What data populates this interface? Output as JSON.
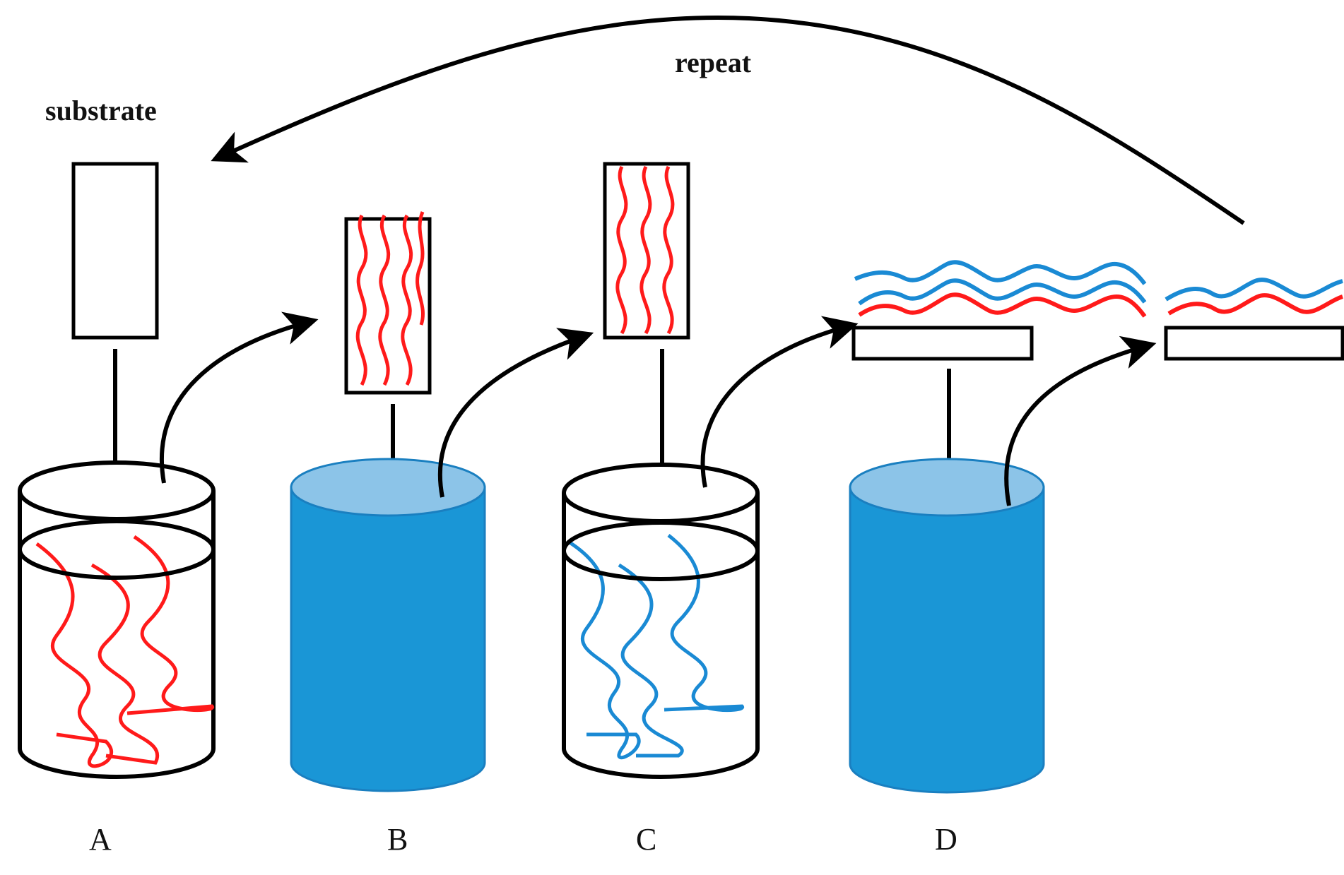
{
  "labels": {
    "substrate": "substrate",
    "repeat": "repeat",
    "steps": [
      "A",
      "B",
      "C",
      "D"
    ]
  },
  "colors": {
    "polycation": "#ff1a1a",
    "polyanion": "#1a8ad4",
    "rinse_water": "#1a96d6",
    "rinse_water_top": "#8cc4e8",
    "outline": "#000000"
  }
}
